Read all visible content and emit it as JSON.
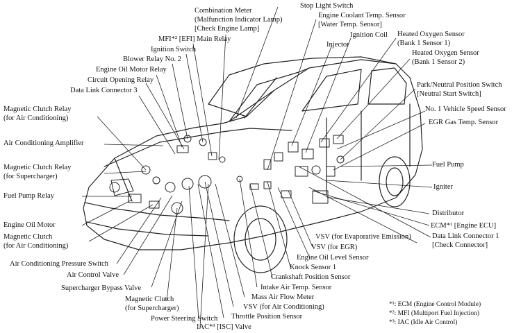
{
  "labels": {
    "stop_light_switch": "Stop Light Switch",
    "combination_meter_1": "Combination Meter",
    "combination_meter_2": "(Malfunction Indicator Lamp)",
    "combination_meter_3": "[Check Engine Lamp]",
    "engine_coolant_1": "Engine Coolant Temp. Sensor",
    "engine_coolant_2": "[Water Temp. Sensor]",
    "ignition_coil": "Ignition Coil",
    "injector": "Injector",
    "mfi_main_relay": "MFI*² [EFI] Main Relay",
    "ignition_switch": "Ignition Switch",
    "blower_relay": "Blower Relay No. 2",
    "engine_oil_motor_relay": "Engine Oil Motor Relay",
    "circuit_opening_relay": "Circuit Opening Relay",
    "data_link_connector_3": "Data Link Connector 3",
    "heated_o2_s1_1": "Heated Oxygen Sensor",
    "heated_o2_s1_2": "(Bank 1 Sensor 1)",
    "heated_o2_s2_1": "Heated Oxygen Sensor",
    "heated_o2_s2_2": "(Bank 1 Sensor 2)",
    "park_neutral_1": "Park/Neutral Position Switch",
    "park_neutral_2": "[Neutral Start Switch]",
    "vehicle_speed": "No. 1 Vehicle Speed Sensor",
    "egr_gas_temp": "EGR Gas Temp. Sensor",
    "mag_clutch_ac_1": "Magnetic Clutch Relay",
    "mag_clutch_ac_2": "(for Air Conditioning)",
    "ac_amplifier": "Air Conditioning Amplifier",
    "mag_clutch_sc_1": "Magnetic Clutch Relay",
    "mag_clutch_sc_2": "(for Supercharger)",
    "fuel_pump_relay": "Fuel Pump Relay",
    "fuel_pump": "Fuel Pump",
    "igniter": "Igniter",
    "distributor": "Distributor",
    "ecm": "ECM*¹ [Engine ECU]",
    "data_link_connector_1_1": "Data Link Connector 1",
    "data_link_connector_1_2": "[Check Connector]",
    "vsv_evap": "VSV (for Evaporative Emission)",
    "vsv_egr": "VSV (for EGR)",
    "engine_oil_level": "Engine Oil Level Sensor",
    "knock_sensor": "Knock Sensor 1",
    "crankshaft_position": "Crankshaft Position Sensor",
    "intake_air_temp": "Intake Air Temp. Sensor",
    "mass_air_flow": "Mass Air Flow Meter",
    "vsv_ac": "VSV (for Air Conditioning)",
    "throttle_position": "Throttle Position Sensor",
    "iac_valve": "IAC*³ [ISC] Valve",
    "power_steering": "Power Steering Switch",
    "mag_clutch_sc2_1": "Magnetic Clutch",
    "mag_clutch_sc2_2": "(for Supercharger)",
    "sc_bypass_valve": "Supercharger Bypass Valve",
    "air_control_valve": "Air Control Valve",
    "ac_pressure_switch": "Air Conditioning Pressure Switch",
    "mag_clutch_ac2_1": "Magnetic Clutch",
    "mag_clutch_ac2_2": "(for Air Conditioning)",
    "engine_oil_motor": "Engine Oil Motor"
  },
  "footnotes": {
    "n1": "*¹: ECM (Engine Control Module)",
    "n2": "*²: MFI (Multiport Fuel Injection)",
    "n3": "*³: IAC (Idle Air Control)"
  }
}
